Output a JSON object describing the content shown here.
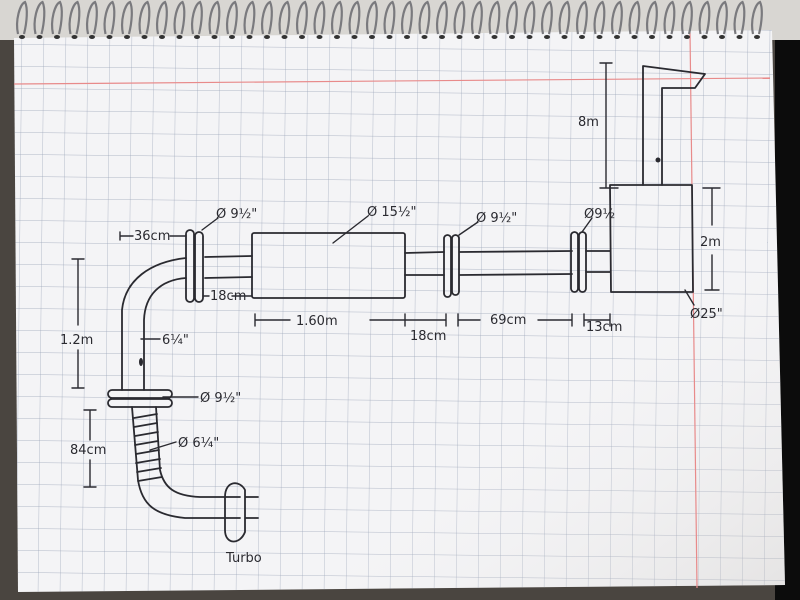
{
  "drawing": {
    "labels": {
      "flange1_diameter": "Ø 9½\"",
      "muffler_diameter": "Ø 15½\"",
      "flange2_diameter": "Ø 9½\"",
      "flange3_diameter": "Ø9½",
      "box_diameter": "Ø25\"",
      "elbow_pipe_diameter": "6¼\"",
      "lower_flange_diameter": "Ø 9½\"",
      "flex_pipe_diameter": "Ø 6¼\"",
      "turbo": "Turbo"
    },
    "dimensions": {
      "inlet_offset": "36cm",
      "flange_to_muffler": "18cm",
      "muffler_length": "1.60m",
      "muffler_to_flange": "18cm",
      "middle_pipe": "69cm",
      "flange_to_box": "13cm",
      "chimney_height": "8m",
      "box_height": "2m",
      "vertical_pipe": "1.2m",
      "flex_length": "84cm"
    }
  }
}
